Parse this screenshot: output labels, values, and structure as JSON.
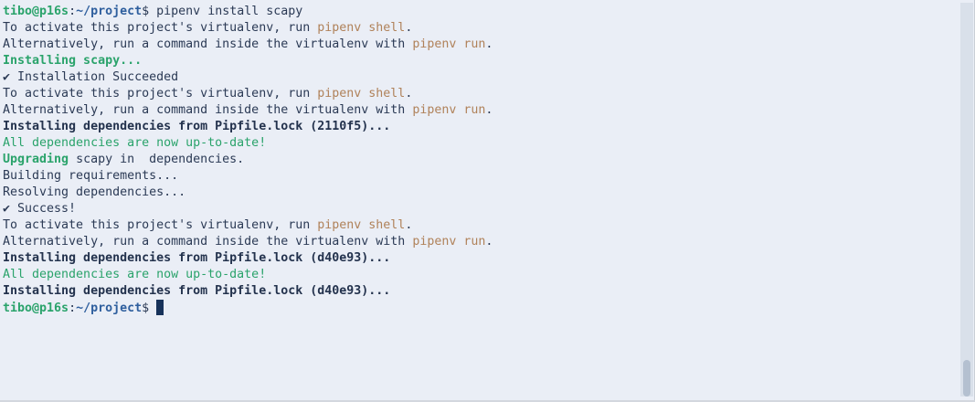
{
  "terminal": {
    "lines": [
      [
        {
          "t": "tibo@p16s",
          "c": "g"
        },
        {
          "t": ":",
          "c": "n"
        },
        {
          "t": "~/project",
          "c": "p"
        },
        {
          "t": "$ pipenv install scapy",
          "c": "n"
        }
      ],
      [
        {
          "t": "To activate this project's virtualenv, run ",
          "c": "n"
        },
        {
          "t": "pipenv shell",
          "c": "o"
        },
        {
          "t": ".",
          "c": "n"
        }
      ],
      [
        {
          "t": "Alternatively, run a command inside the virtualenv with ",
          "c": "n"
        },
        {
          "t": "pipenv run",
          "c": "o"
        },
        {
          "t": ".",
          "c": "n"
        }
      ],
      [
        {
          "t": "Installing scapy...",
          "c": "g"
        }
      ],
      [
        {
          "t": "✔ Installation Succeeded",
          "c": "n"
        }
      ],
      [
        {
          "t": "To activate this project's virtualenv, run ",
          "c": "n"
        },
        {
          "t": "pipenv shell",
          "c": "o"
        },
        {
          "t": ".",
          "c": "n"
        }
      ],
      [
        {
          "t": "Alternatively, run a command inside the virtualenv with ",
          "c": "n"
        },
        {
          "t": "pipenv run",
          "c": "o"
        },
        {
          "t": ".",
          "c": "n"
        }
      ],
      [
        {
          "t": "Installing dependencies from Pipfile.lock (2110f5)...",
          "c": "b"
        }
      ],
      [
        {
          "t": "All dependencies are now up-to-date!",
          "c": "gn"
        }
      ],
      [
        {
          "t": "Upgrading",
          "c": "g"
        },
        {
          "t": " scapy in  dependencies.",
          "c": "n"
        }
      ],
      [
        {
          "t": "Building requirements...",
          "c": "n"
        }
      ],
      [
        {
          "t": "Resolving dependencies...",
          "c": "n"
        }
      ],
      [
        {
          "t": "✔ Success!",
          "c": "n"
        }
      ],
      [
        {
          "t": "To activate this project's virtualenv, run ",
          "c": "n"
        },
        {
          "t": "pipenv shell",
          "c": "o"
        },
        {
          "t": ".",
          "c": "n"
        }
      ],
      [
        {
          "t": "Alternatively, run a command inside the virtualenv with ",
          "c": "n"
        },
        {
          "t": "pipenv run",
          "c": "o"
        },
        {
          "t": ".",
          "c": "n"
        }
      ],
      [
        {
          "t": "Installing dependencies from Pipfile.lock (d40e93)...",
          "c": "b"
        }
      ],
      [
        {
          "t": "All dependencies are now up-to-date!",
          "c": "gn"
        }
      ],
      [
        {
          "t": "Installing dependencies from Pipfile.lock (d40e93)...",
          "c": "b"
        }
      ],
      [
        {
          "t": "tibo@p16s",
          "c": "g"
        },
        {
          "t": ":",
          "c": "n"
        },
        {
          "t": "~/project",
          "c": "p"
        },
        {
          "t": "$ ",
          "c": "n"
        }
      ]
    ]
  },
  "colors": {
    "background": "#eaeef6",
    "text": "#2b3a55",
    "green": "#2aa36b",
    "orange": "#b0825a",
    "path": "#2f5f9e",
    "cursor": "#17325a"
  }
}
